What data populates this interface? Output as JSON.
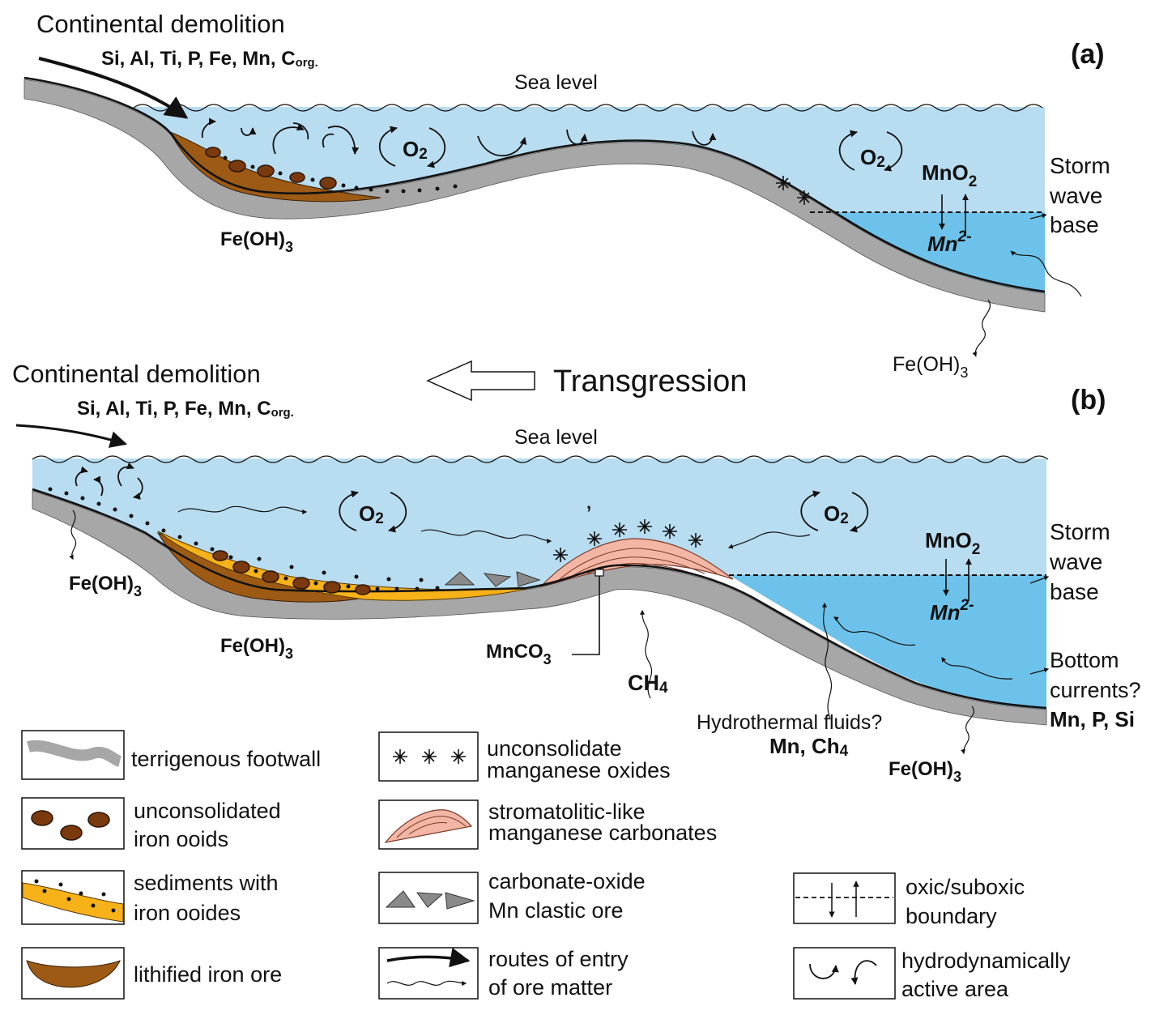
{
  "panel_a": {
    "label": "(a)",
    "continental_title": "Continental demolition",
    "elements_main": "Si, Al, Ti, P, Fe, Mn, C",
    "elements_sub": "org.",
    "sea_level": "Sea level",
    "o2_main": "O",
    "o2_sub": "2",
    "mno2_main": "MnO",
    "mno2_sub": "2",
    "mn_main": "Mn",
    "mn_sup": "2-",
    "storm": "Storm",
    "wave": "wave",
    "base": "base",
    "feoh_main": "Fe(OH)",
    "feoh_sub": "3"
  },
  "transgression": "Transgression",
  "panel_b": {
    "label": "(b)",
    "continental_title": "Continental demolition",
    "elements_main": "Si, Al, Ti, P, Fe, Mn, C",
    "elements_sub": "org.",
    "sea_level": "Sea level",
    "o2_main": "O",
    "o2_sub": "2",
    "mno2_main": "MnO",
    "mno2_sub": "2",
    "mn_main": "Mn",
    "mn_sup": "2-",
    "storm": "Storm",
    "wave": "wave",
    "base": "base",
    "bottom": "Bottom",
    "currents": "currents?",
    "mn_p_si": "Mn, P, Si",
    "hydrothermal": "Hydrothermal fluids?",
    "mn_ch4_main": "Mn, Ch",
    "mn_ch4_sub": "4",
    "mnco3_main": "MnCO",
    "mnco3_sub": "3",
    "ch4_main": "CH",
    "ch4_sub": "4",
    "feoh_main": "Fe(OH)",
    "feoh_sub": "3",
    "apostrophe": ","
  },
  "legend": {
    "footwall": "terrigenous footwall",
    "ooids_1": "unconsolidated",
    "ooids_2": "iron ooids",
    "sediments_1": "sediments with",
    "sediments_2": "iron ooides",
    "lithified": "lithified iron ore",
    "mnox_1": "unconsolidate",
    "mnox_2": "manganese oxides",
    "strom_1": "stromatolitic-like",
    "strom_2": "manganese carbonates",
    "clastic_1": "carbonate-oxide",
    "clastic_2": "Mn clastic ore",
    "routes_1": "routes of entry",
    "routes_2": "of ore matter",
    "boundary_1": "oxic/suboxic",
    "boundary_2": "boundary",
    "hydro_1": "hydrodynamically",
    "hydro_2": "active area"
  },
  "colors": {
    "water": "#b8dcf0",
    "deep_water": "#6cc2ea",
    "footwall": "#a7a7a7",
    "iron_ore": "#9c5a14",
    "sediment": "#f7b21a",
    "stromatolite": "#f4b6a4"
  }
}
